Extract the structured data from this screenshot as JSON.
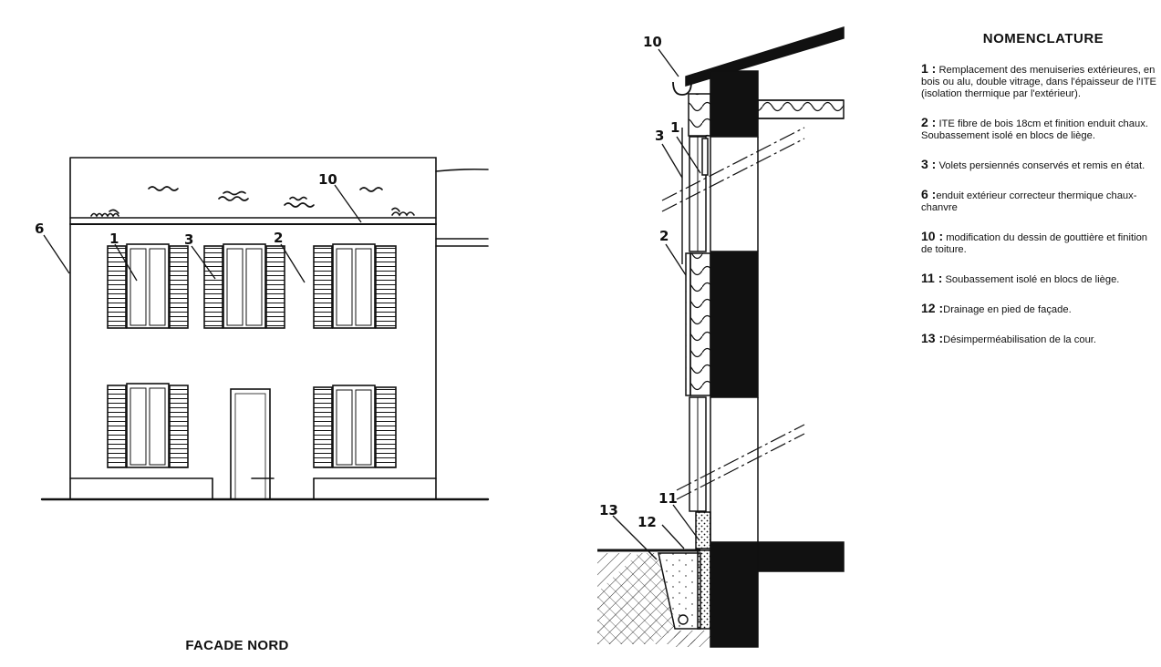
{
  "facade": {
    "title": "FACADE NORD",
    "labels": {
      "l6": "6",
      "l1": "1",
      "l3": "3",
      "l2": "2",
      "l10": "10"
    }
  },
  "section": {
    "labels": {
      "l10": "10",
      "l3": "3",
      "l1": "1",
      "l2": "2",
      "l11": "11",
      "l12": "12",
      "l13": "13"
    }
  },
  "nomenclature": {
    "title": "NOMENCLATURE",
    "items": [
      {
        "num": "1 :",
        "text": " Remplacement des menuiseries extérieures, en bois ou alu, double vitrage, dans l'épaisseur de l'ITE (isolation thermique par l'extérieur)."
      },
      {
        "num": "2 :",
        "text": " ITE fibre de bois 18cm et finition enduit chaux. Soubassement isolé en blocs de liège."
      },
      {
        "num": "3 :",
        "text": " Volets persiennés conservés et remis en état."
      },
      {
        "num": "6 :",
        "text": "enduit extérieur correcteur thermique chaux-chanvre"
      },
      {
        "num": "10 :",
        "text": " modification du dessin de gouttière et finition de toiture."
      },
      {
        "num": "11 :",
        "text": " Soubassement isolé en blocs de liège."
      },
      {
        "num": "12 :",
        "text": "Drainage en pied de façade."
      },
      {
        "num": "13 :",
        "text": "Désimperméabilisation de la cour."
      }
    ]
  },
  "colors": {
    "ink": "#111111",
    "background": "#ffffff"
  }
}
